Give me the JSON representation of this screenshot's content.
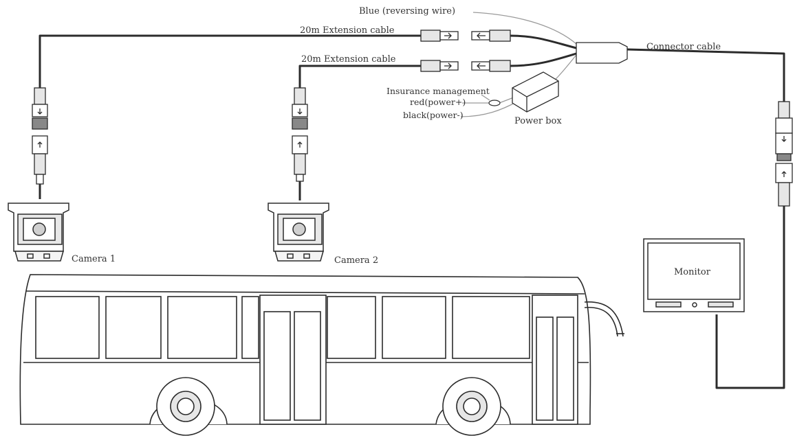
{
  "labels": {
    "blue_wire": "Blue (reversing wire)",
    "ext_cable_1": "20m Extension cable",
    "ext_cable_2": "20m Extension cable",
    "connector_cable": "Connector  cable",
    "insurance": "Insurance management",
    "red_power": "red(power+)",
    "black_power": "black(power-)",
    "power_box": "Power box",
    "camera_1": "Camera 1",
    "camera_2": "Camera 2",
    "monitor": "Monitor"
  },
  "colors": {
    "line": "#2b2b2b",
    "text": "#333333",
    "fill_light": "#d9d9d9",
    "wire_gray": "#9a9a9a"
  }
}
